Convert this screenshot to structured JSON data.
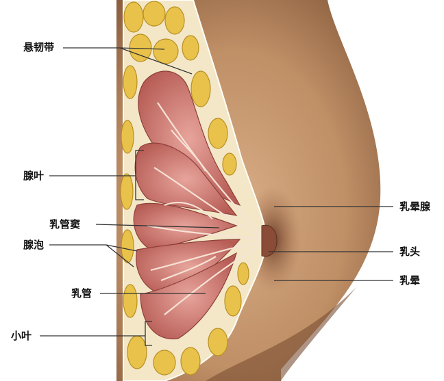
{
  "labels": {
    "suspensory_ligament": "悬韧带",
    "lobe": "腺叶",
    "lactiferous_sinus": "乳管窦",
    "alveoli": "腺泡",
    "lactiferous_duct": "乳管",
    "lobule": "小叶",
    "areolar_gland": "乳晕腺",
    "nipple": "乳头",
    "areola": "乳晕"
  },
  "colors": {
    "skin": "#bf8f66",
    "fat": "#e8c24a",
    "gland": "#c96f67",
    "leader_line": "#333333"
  }
}
